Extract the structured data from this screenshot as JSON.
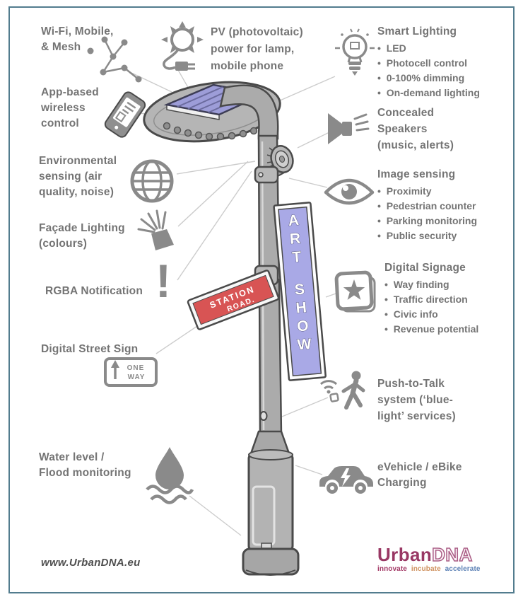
{
  "colors": {
    "frame": "#527c8e",
    "text": "#747474",
    "connector": "#cccccc",
    "icon_gray": "#8a8a8a",
    "pole_fill": "#ababab",
    "outline": "#4a4a4a",
    "solar_panel": "#9d9dd8",
    "banner_fill": "#a9a9e6",
    "street_sign_red": "#d85454",
    "logo_magenta": "#993864"
  },
  "callouts": {
    "wifi_mesh": {
      "lines": [
        "Wi-Fi, Mobile,",
        "& Mesh"
      ]
    },
    "pv": {
      "lines": [
        "PV (photovoltaic)",
        "power for lamp,",
        "mobile phone"
      ]
    },
    "smart_lighting": {
      "title": "Smart Lighting",
      "bullets": [
        "LED",
        "Photocell control",
        "0-100% dimming",
        "On-demand lighting"
      ]
    },
    "app_control": {
      "lines": [
        "App-based",
        "wireless",
        "control"
      ]
    },
    "concealed_speakers": {
      "lines": [
        "Concealed",
        "Speakers",
        "(music, alerts)"
      ]
    },
    "environmental": {
      "lines": [
        "Environmental",
        "sensing (air",
        "quality, noise)"
      ]
    },
    "image_sensing": {
      "title": "Image sensing",
      "bullets": [
        "Proximity",
        "Pedestrian counter",
        "Parking monitoring",
        "Public security"
      ]
    },
    "facade_lighting": {
      "lines": [
        "Façade Lighting",
        "(colours)"
      ]
    },
    "digital_signage": {
      "title": "Digital Signage",
      "bullets": [
        "Way finding",
        "Traffic direction",
        "Civic info",
        "Revenue potential"
      ]
    },
    "rgba_notification": {
      "lines": [
        "RGBA Notification"
      ]
    },
    "digital_street_sign": {
      "lines": [
        "Digital Street Sign"
      ]
    },
    "push_to_talk": {
      "lines": [
        "Push-to-Talk",
        "system (‘blue-",
        "light’ services)"
      ]
    },
    "water_level": {
      "lines": [
        "Water level /",
        "Flood monitoring"
      ]
    },
    "ev_charging": {
      "lines": [
        "eVehicle / eBike",
        "Charging"
      ]
    }
  },
  "pole": {
    "street_sign": {
      "line1": "STATION",
      "line2": "ROAD."
    },
    "banner_letters": [
      "A",
      "R",
      "T",
      "S",
      "H",
      "O",
      "W"
    ]
  },
  "icons": {
    "one_way_sign": {
      "line1": "ONE",
      "line2": "WAY"
    },
    "rgba_glyph": "!",
    "names": [
      "mesh-network-icon",
      "sun-power-plug-icon",
      "smartphone-icon",
      "lightbulb-icon",
      "speaker-icon",
      "globe-icon",
      "eye-icon",
      "facade-light-icon",
      "exclamation-icon",
      "one-way-sign-icon",
      "star-sign-icon",
      "push-to-talk-person-icon",
      "water-drop-icon",
      "ev-car-icon"
    ]
  },
  "footer": {
    "website": "www.UrbanDNA.eu",
    "logo": {
      "solid": "Urban",
      "outline": "DNA",
      "solid_color": "#993864",
      "tagline": [
        {
          "text": "innovate",
          "color": "#a43a67"
        },
        {
          "text": "incubate",
          "color": "#cf9260"
        },
        {
          "text": "accelerate",
          "color": "#5d82b6"
        }
      ]
    }
  }
}
